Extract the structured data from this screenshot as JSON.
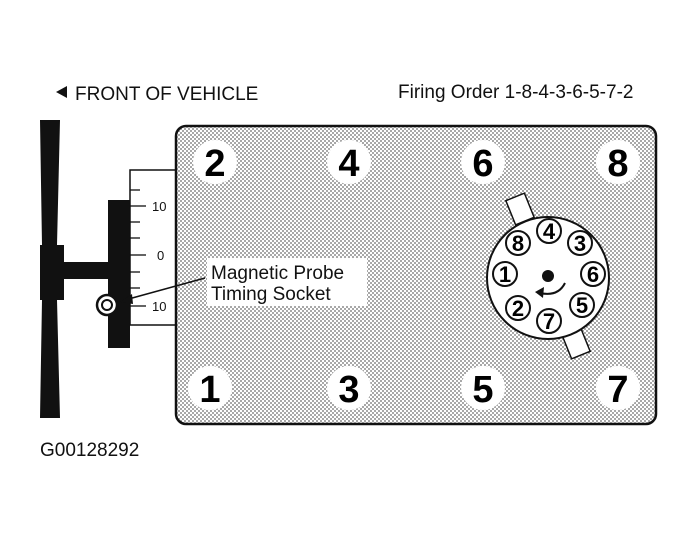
{
  "header": {
    "front_label": "FRONT OF VEHICLE",
    "firing_order": "Firing Order 1-8-4-3-6-5-7-2"
  },
  "cylinders": {
    "top_row": [
      "2",
      "4",
      "6",
      "8"
    ],
    "bottom_row": [
      "1",
      "3",
      "5",
      "7"
    ]
  },
  "distributor": {
    "terminals": [
      "8",
      "4",
      "3",
      "1",
      "6",
      "2",
      "7",
      "5"
    ],
    "rotation": "clockwise"
  },
  "timing_scale": {
    "marks": [
      "10",
      "0",
      "10"
    ]
  },
  "probe": {
    "label_line1": "Magnetic Probe",
    "label_line2": "Timing Socket"
  },
  "figure_id": "G00128292",
  "colors": {
    "ink": "#111111",
    "block_fill": "#e2e2e2"
  }
}
